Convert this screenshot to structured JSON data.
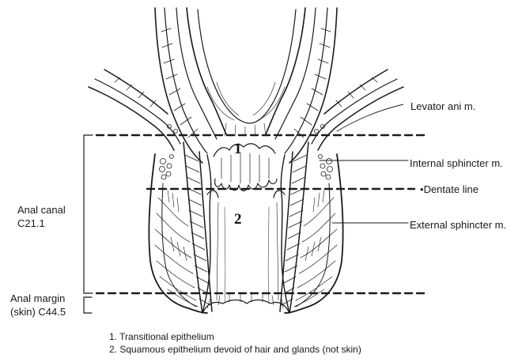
{
  "labels": {
    "levator": "Levator ani m.",
    "internal_sphincter": "Internal sphincter m.",
    "dentate": "Dentate line",
    "external_sphincter": "External sphincter m.",
    "anal_canal_line1": "Anal canal",
    "anal_canal_line2": "C21.1",
    "anal_margin_line1": "Anal margin",
    "anal_margin_line2": "(skin) C44.5"
  },
  "region_numbers": {
    "one": "1",
    "two": "2"
  },
  "footnotes": [
    "1. Transitional epithelium",
    "2. Squamous epithelium devoid of hair and glands (not skin)"
  ],
  "colors": {
    "ink": "#1a1a1a",
    "background": "#ffffff"
  }
}
